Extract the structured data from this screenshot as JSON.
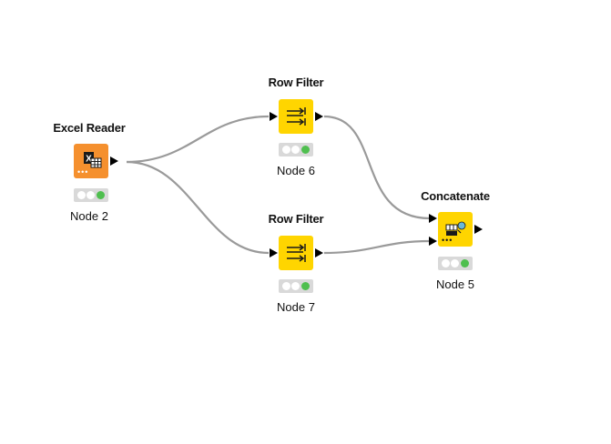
{
  "workflow": {
    "nodes": {
      "excel_reader": {
        "title": "Excel Reader",
        "label": "Node 2",
        "color": "#f5902e",
        "status": "executed",
        "icon": "excel-reader-icon"
      },
      "row_filter_top": {
        "title": "Row Filter",
        "label": "Node 6",
        "color": "#ffd500",
        "status": "executed",
        "icon": "row-filter-icon"
      },
      "row_filter_bottom": {
        "title": "Row Filter",
        "label": "Node 7",
        "color": "#ffd500",
        "status": "executed",
        "icon": "row-filter-icon"
      },
      "concatenate": {
        "title": "Concatenate",
        "label": "Node 5",
        "color": "#ffd500",
        "status": "executed",
        "icon": "concatenate-icon"
      }
    },
    "connections": [
      {
        "from": "Node 2",
        "to": "Node 6"
      },
      {
        "from": "Node 2",
        "to": "Node 7"
      },
      {
        "from": "Node 6",
        "to": "Node 5"
      },
      {
        "from": "Node 7",
        "to": "Node 5"
      }
    ],
    "colors": {
      "edge": "#9a9a9a",
      "traffic_bg": "#d9d9d9",
      "traffic_green": "#4fbf4f",
      "port": "#000000"
    }
  }
}
